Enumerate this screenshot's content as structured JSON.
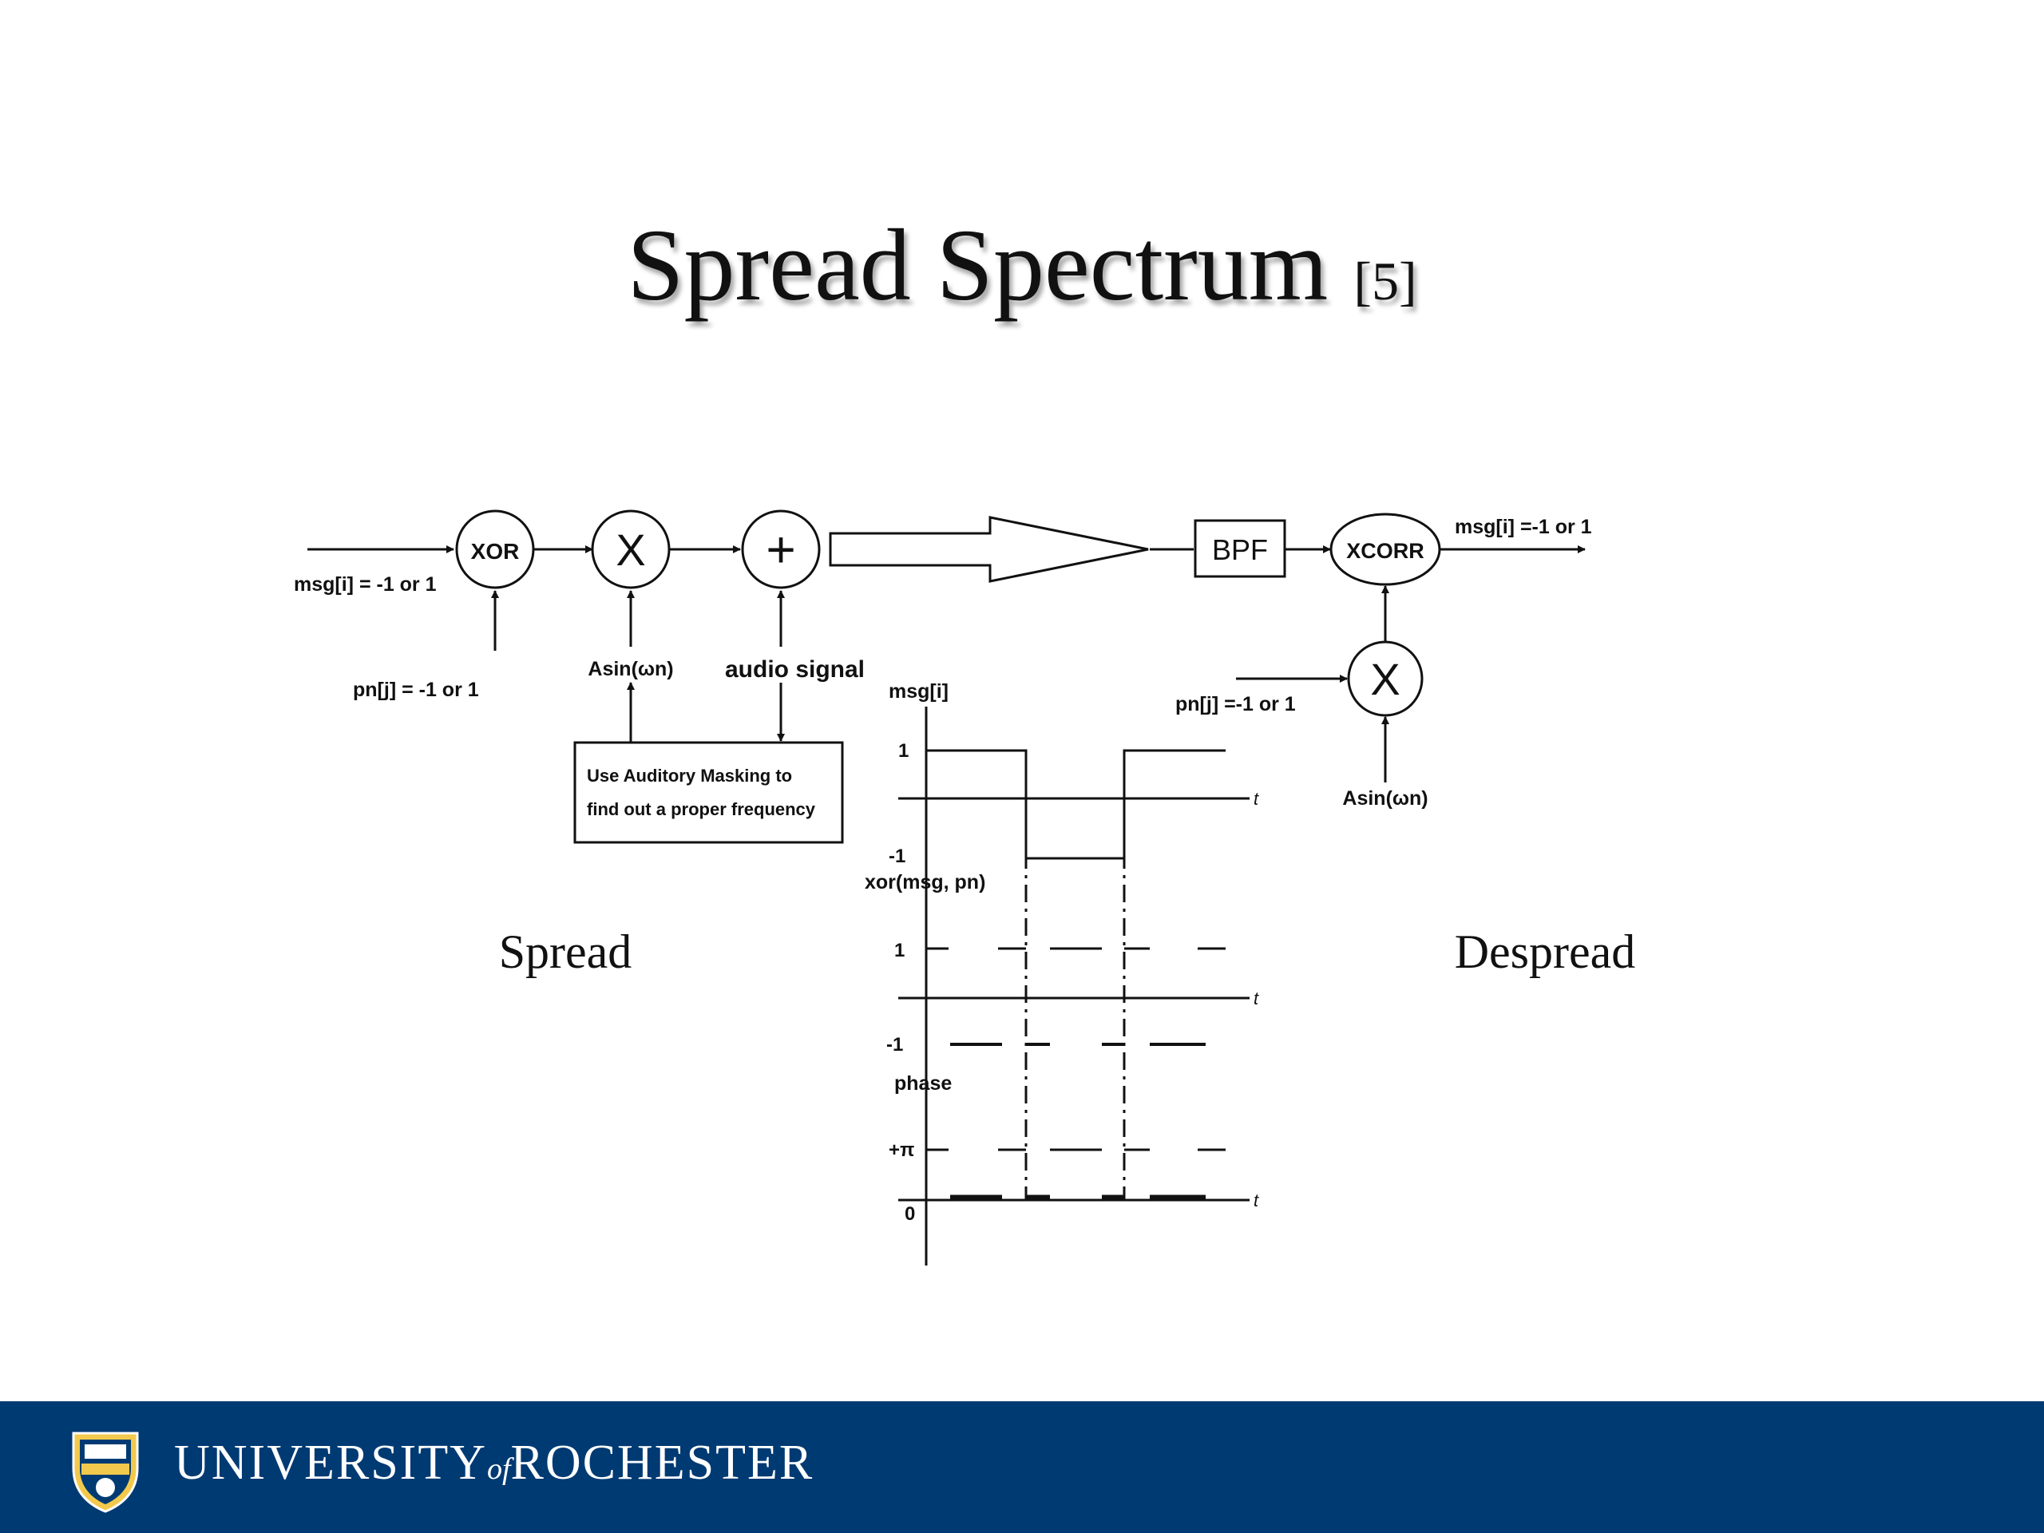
{
  "title": {
    "main": "Spread Spectrum",
    "ref": "[5]"
  },
  "spread_side": {
    "caption": "Spread",
    "input_label": "msg[i] = -1 or 1",
    "pn_label": "pn[j] = -1 or 1",
    "xor_label": "XOR",
    "multiply_label": "X",
    "sine_label": "Asin(ωn)",
    "add_label": "+",
    "audio_label": "audio signal",
    "masking_box_line1": "Use Auditory Masking to",
    "masking_box_line2": "find out a proper frequency"
  },
  "despread_side": {
    "caption": "Despread",
    "bpf_label": "BPF",
    "xcorr_label": "XCORR",
    "output_label": "msg[i] =-1 or 1",
    "pn_label": "pn[j] =-1 or 1",
    "multiply_label": "X",
    "sine_label": "Asin(ωn)"
  },
  "waveforms": {
    "msg_label": "msg[i]",
    "xor_label": "xor(msg, pn)",
    "phase_label": "phase",
    "tick_one": "1",
    "tick_minus_one": "-1",
    "tick_pi": "+π",
    "tick_zero": "0",
    "axis_t": "t"
  },
  "footer": {
    "university_part1": "UNIVERSITY",
    "university_of": "of",
    "university_part2": "ROCHESTER",
    "logo_icon": "university-seal-icon",
    "background_color": "#003a73"
  }
}
